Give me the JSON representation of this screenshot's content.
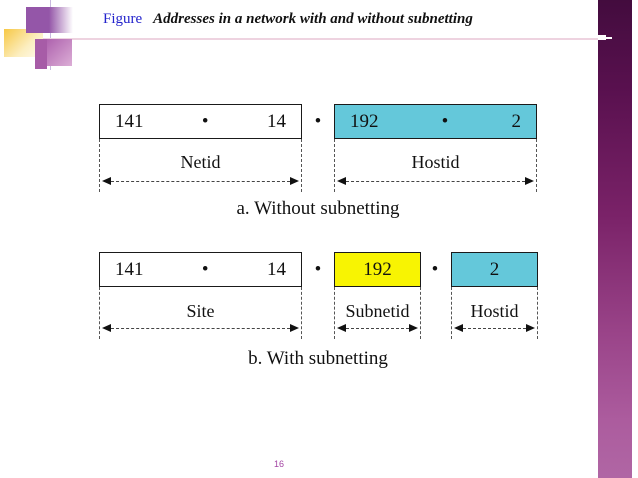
{
  "header": {
    "figure_label": "Figure",
    "figure_title": "Addresses in a network with and without subnetting"
  },
  "footer": {
    "page_number": "16"
  },
  "colors": {
    "cyan_box": "#64c8da",
    "yellow_box": "#f8f402",
    "figure_label_blue": "#2323cc",
    "accent_bar_top": "#430c3e",
    "accent_bar_bottom": "#b066a4",
    "page_number_purple": "#a344a3"
  },
  "row_a": {
    "caption": "a. Without subnetting",
    "box1": {
      "v1": "141",
      "dot": "•",
      "v2": "14"
    },
    "sep": "•",
    "box2": {
      "v1": "192",
      "dot": "•",
      "v2": "2"
    },
    "label1": "Netid",
    "label2": "Hostid"
  },
  "row_b": {
    "caption": "b. With subnetting",
    "box1": {
      "v1": "141",
      "dot": "•",
      "v2": "14"
    },
    "sep1": "•",
    "box2": {
      "v": "192"
    },
    "sep2": "•",
    "box3": {
      "v": "2"
    },
    "label1": "Site",
    "label2": "Subnetid",
    "label3": "Hostid"
  }
}
